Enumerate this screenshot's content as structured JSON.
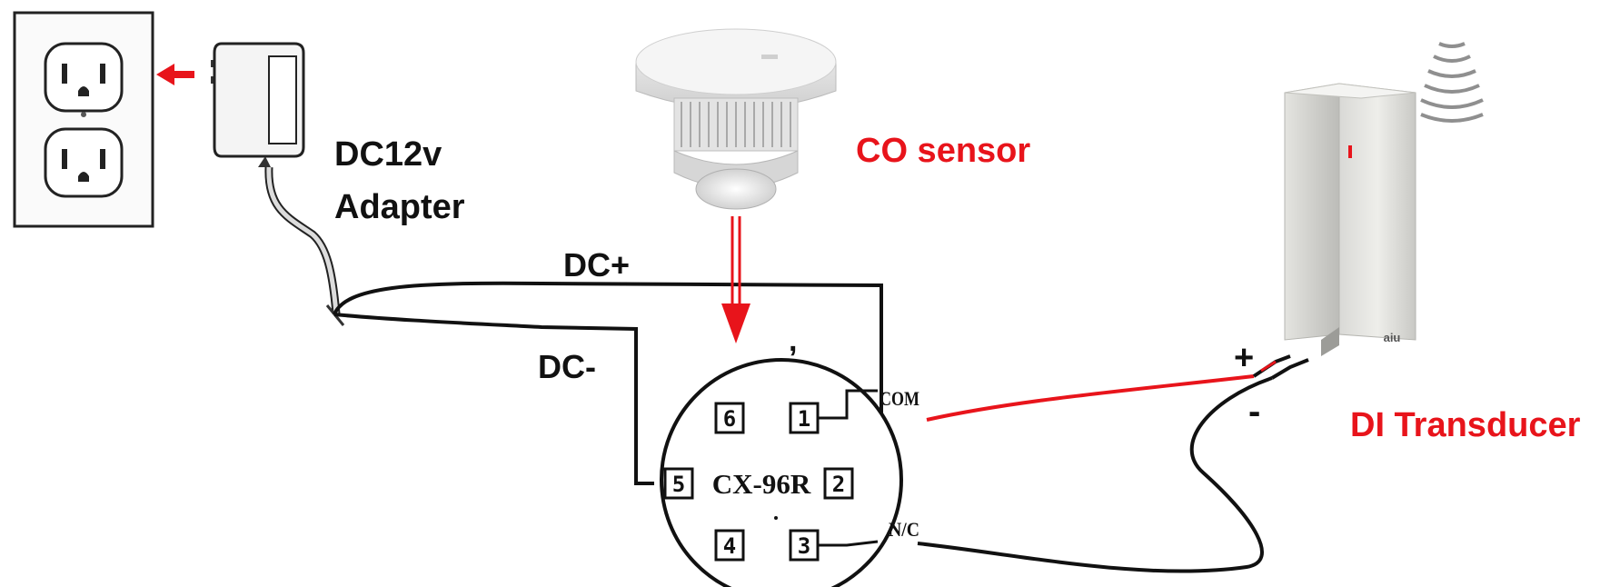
{
  "labels": {
    "adapter_line1": "DC12v",
    "adapter_line2": "Adapter",
    "co_sensor": "CO sensor",
    "dc_plus": "DC+",
    "dc_minus": "DC-",
    "transducer": "DI Transducer",
    "plus": "+",
    "minus": "-",
    "com": "COM",
    "nc": "N/C",
    "tick_mark": ","
  },
  "connector": {
    "model": "CX-96R",
    "pins": [
      "1",
      "2",
      "3",
      "4",
      "5",
      "6"
    ]
  },
  "device_brand": "aiu",
  "colors": {
    "accent_red": "#e8141b",
    "wire_black": "#111111",
    "wire_red": "#e8141b"
  },
  "icons": {
    "outlet": "wall-outlet-icon",
    "adapter": "power-adapter-icon",
    "sensor": "smoke-detector-icon",
    "transducer": "wireless-transmitter-icon",
    "signal": "wireless-signal-icon"
  }
}
